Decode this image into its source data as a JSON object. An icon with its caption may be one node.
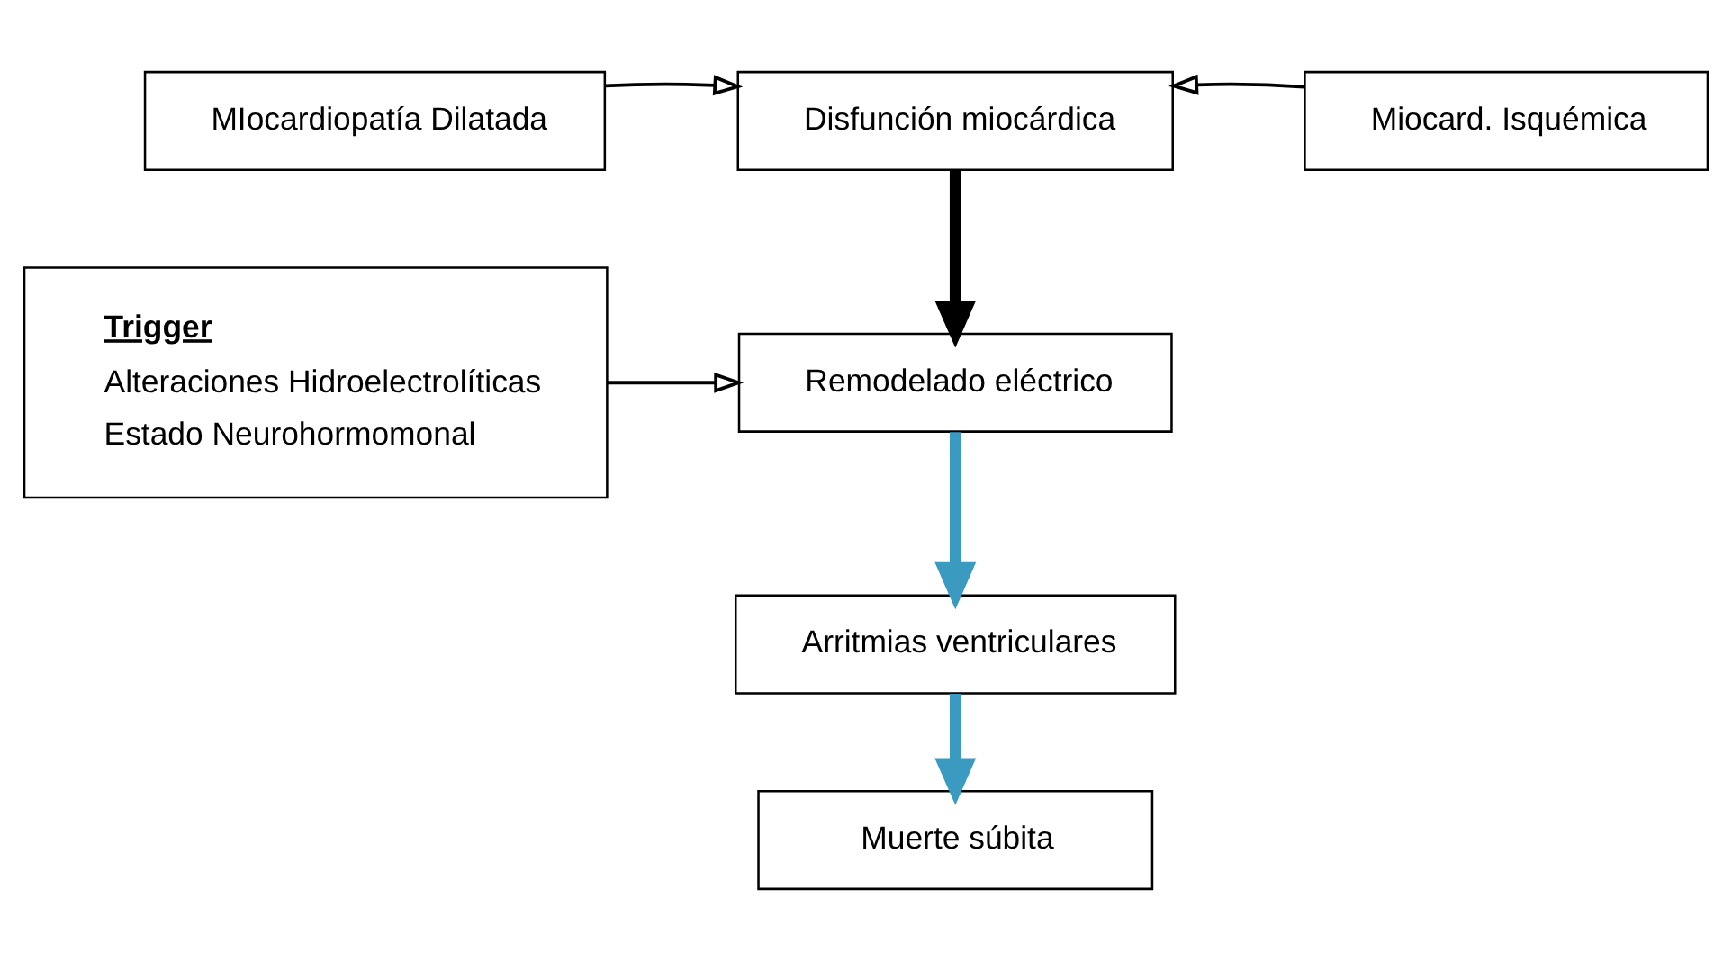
{
  "diagram": {
    "nodes": [
      {
        "text": [
          "MIocardiopatía Dilatada"
        ]
      },
      {
        "text": [
          "Disfunción miocárdica"
        ]
      },
      {
        "text": [
          "Miocard. Isquémica"
        ]
      },
      {
        "text": [
          "Trigger",
          "Alteraciones Hidroelectrolíticas",
          "Estado Neurohormomonal"
        ]
      },
      {
        "text": [
          "Remodelado eléctrico"
        ]
      },
      {
        "text": [
          "Arritmias ventriculares"
        ]
      },
      {
        "text": [
          "Muerte súbita"
        ]
      }
    ],
    "edges": [
      {
        "from": 0,
        "to": 1,
        "arrow": "to"
      },
      {
        "from": 2,
        "to": 1,
        "arrow": "to"
      },
      {
        "from": 1,
        "to": 4,
        "arrow": "to",
        "style": "thick"
      },
      {
        "from": 3,
        "to": 4,
        "arrow": "to"
      },
      {
        "from": 4,
        "to": 5,
        "arrow": "to",
        "style": "thick",
        "color": "#3a9ac0"
      },
      {
        "from": 5,
        "to": 6,
        "arrow": "to",
        "style": "thick",
        "color": "#3a9ac0"
      }
    ]
  }
}
